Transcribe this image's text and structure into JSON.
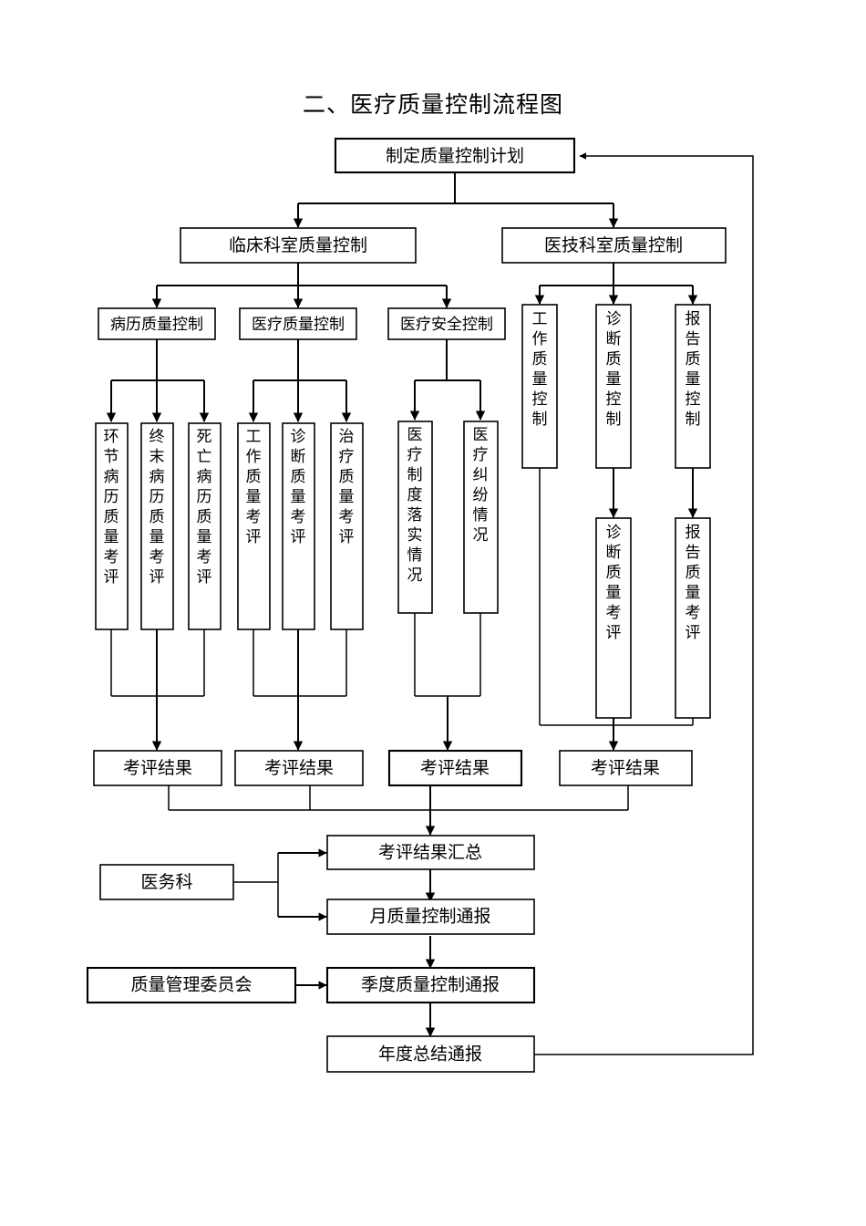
{
  "document": {
    "title": "二、医疗质量控制流程图",
    "type": "flowchart",
    "language": "zh-CN",
    "page_background": "#ffffff",
    "line_color": "#000000"
  },
  "nodes": {
    "plan": {
      "label": "制定质量控制计划",
      "orientation": "horizontal"
    },
    "clinical_dept": {
      "label": "临床科室质量控制",
      "orientation": "horizontal"
    },
    "medtech_dept": {
      "label": "医技科室质量控制",
      "orientation": "horizontal"
    },
    "record_quality": {
      "label": "病历质量控制",
      "orientation": "horizontal"
    },
    "medical_quality": {
      "label": "医疗质量控制",
      "orientation": "horizontal"
    },
    "medical_safety": {
      "label": "医疗安全控制",
      "orientation": "horizontal"
    },
    "mt_work_quality": {
      "label": "工作质量控制",
      "orientation": "vertical"
    },
    "mt_diag_quality": {
      "label": "诊断质量控制",
      "orientation": "vertical"
    },
    "mt_report_quality": {
      "label": "报告质量控制",
      "orientation": "vertical"
    },
    "eval_link_record": {
      "label": "环节病历质量考评",
      "orientation": "vertical"
    },
    "eval_final_record": {
      "label": "终末病历质量考评",
      "orientation": "vertical"
    },
    "eval_death_record": {
      "label": "死亡病历质量考评",
      "orientation": "vertical"
    },
    "eval_work": {
      "label": "工作质量考评",
      "orientation": "vertical"
    },
    "eval_diagnosis": {
      "label": "诊断质量考评",
      "orientation": "vertical"
    },
    "eval_treatment": {
      "label": "治疗质量考评",
      "orientation": "vertical"
    },
    "system_implementation": {
      "label": "医疗制度落实情况",
      "orientation": "vertical"
    },
    "dispute_status": {
      "label": "医疗纠纷情况",
      "orientation": "vertical"
    },
    "mt_eval_diagnosis": {
      "label": "诊断质量考评",
      "orientation": "vertical"
    },
    "mt_eval_report": {
      "label": "报告质量考评",
      "orientation": "vertical"
    },
    "result_1": {
      "label": "考评结果",
      "orientation": "horizontal"
    },
    "result_2": {
      "label": "考评结果",
      "orientation": "horizontal"
    },
    "result_3": {
      "label": "考评结果",
      "orientation": "horizontal"
    },
    "result_4": {
      "label": "考评结果",
      "orientation": "horizontal"
    },
    "summary": {
      "label": "考评结果汇总",
      "orientation": "horizontal"
    },
    "medical_affairs": {
      "label": "医务科",
      "orientation": "horizontal"
    },
    "monthly_report": {
      "label": "月质量控制通报",
      "orientation": "horizontal"
    },
    "quality_committee": {
      "label": "质量管理委员会",
      "orientation": "horizontal"
    },
    "quarterly_report": {
      "label": "季度质量控制通报",
      "orientation": "horizontal"
    },
    "annual_report": {
      "label": "年度总结通报",
      "orientation": "horizontal"
    }
  },
  "flow_levels": [
    {
      "level": 1,
      "name": "plan",
      "items": [
        "制定质量控制计划"
      ]
    },
    {
      "level": 2,
      "name": "departments",
      "items": [
        "临床科室质量控制",
        "医技科室质量控制"
      ]
    },
    {
      "level": 3,
      "name": "control-categories",
      "items": [
        "病历质量控制",
        "医疗质量控制",
        "医疗安全控制",
        "工作质量控制",
        "诊断质量控制",
        "报告质量控制"
      ]
    },
    {
      "level": 4,
      "name": "evaluation-items",
      "items": [
        "环节病历质量考评",
        "终末病历质量考评",
        "死亡病历质量考评",
        "工作质量考评",
        "诊断质量考评",
        "治疗质量考评",
        "医疗制度落实情况",
        "医疗纠纷情况",
        "诊断质量考评",
        "报告质量考评"
      ]
    },
    {
      "level": 5,
      "name": "results",
      "items": [
        "考评结果",
        "考评结果",
        "考评结果",
        "考评结果"
      ]
    },
    {
      "level": 6,
      "name": "reporting",
      "items": [
        "考评结果汇总",
        "月质量控制通报",
        "季度质量控制通报",
        "年度总结通报"
      ]
    },
    {
      "level": 7,
      "name": "responsible-units",
      "items": [
        "医务科",
        "质量管理委员会"
      ]
    }
  ]
}
